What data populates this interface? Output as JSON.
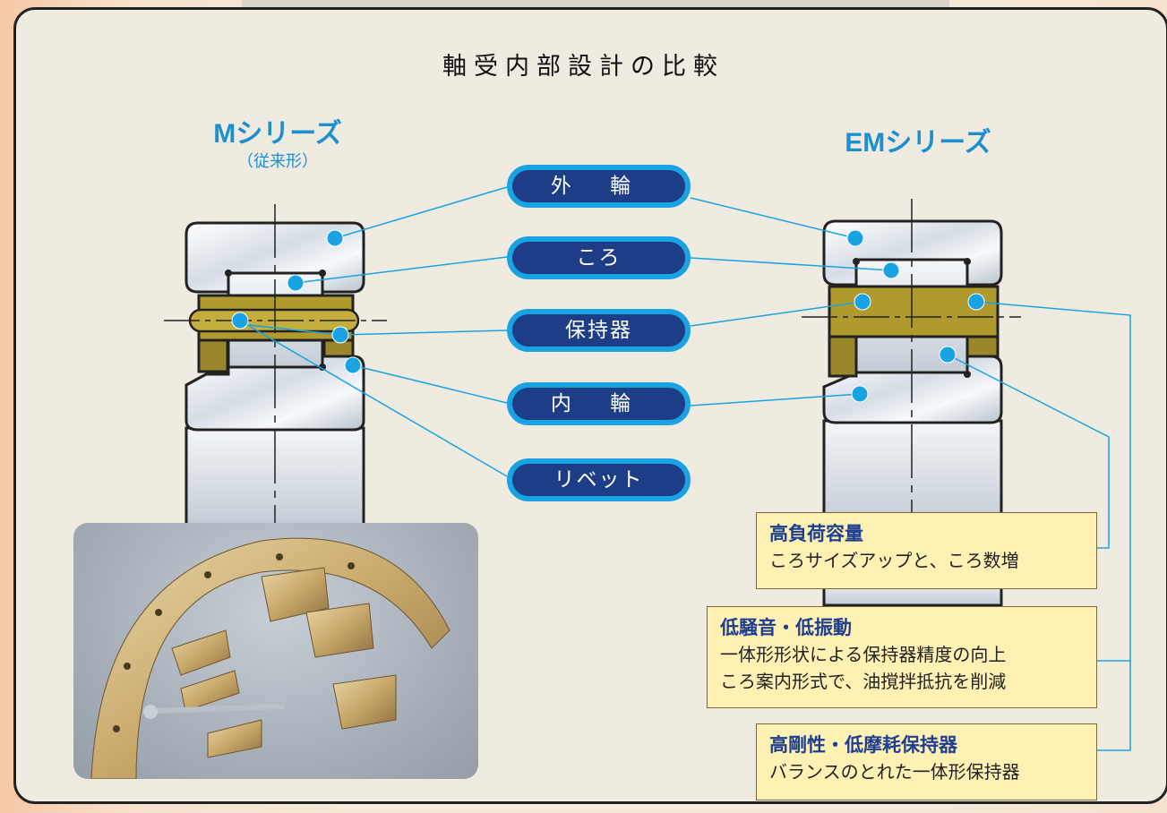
{
  "title": "軸受内部設計の比較",
  "m_series": {
    "name": "Mシリーズ",
    "sub": "（従来形）"
  },
  "em_series": {
    "name": "EMシリーズ"
  },
  "labels": {
    "outer_ring": "外 輪",
    "roller": "ころ",
    "cage": "保持器",
    "inner_ring": "内 輪",
    "rivet": "リベット"
  },
  "callouts": [
    {
      "heading": "高負荷容量",
      "lines": [
        "ころサイズアップと、ころ数増"
      ]
    },
    {
      "heading": "低騒音・低振動",
      "lines": [
        "一体形形状による保持器精度の向上",
        "ころ案内形式で、油撹拌抵抗を削減"
      ]
    },
    {
      "heading": "高剛性・低摩耗保持器",
      "lines": [
        "バランスのとれた一体形保持器"
      ]
    }
  ],
  "colors": {
    "pill_fill": "#1d3e86",
    "pill_border": "#1aa3e3",
    "series_text": "#1b8fcf",
    "cage_brass": "#b09a2e",
    "callout_fill": "#fff0b3",
    "callout_heading": "#1e3e90",
    "leader_line": "#1aa3e3"
  }
}
